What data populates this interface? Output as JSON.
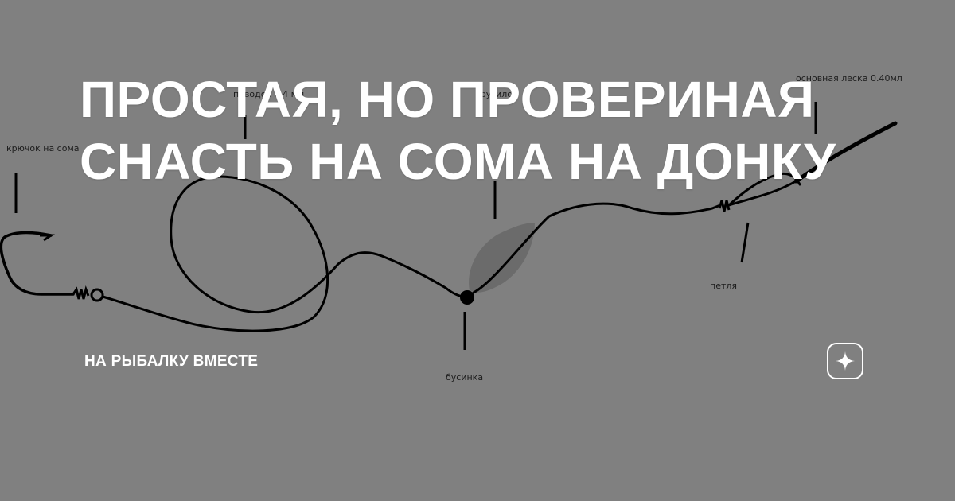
{
  "title": {
    "line1": "ПРОСТАЯ, НО ПРОВЕРИНАЯ",
    "line2": "СНАСТЬ НА СОМА НА ДОНКУ"
  },
  "channel": {
    "name": "НА РЫБАЛКУ ВМЕСТЕ"
  },
  "diagram": {
    "labels": {
      "hook": "крючок на сома",
      "leash": "поводок 0.4 мм",
      "sinker": "грузило",
      "main_line": "основная леска 0.40мл",
      "loop": "петля",
      "bead": "бусинка"
    }
  },
  "colors": {
    "background": "#808080",
    "title_text": "#ffffff",
    "drawing": "#000000",
    "sinker_fill": "#6b6b6b"
  },
  "icons": {
    "brand": "zen-star-icon"
  }
}
